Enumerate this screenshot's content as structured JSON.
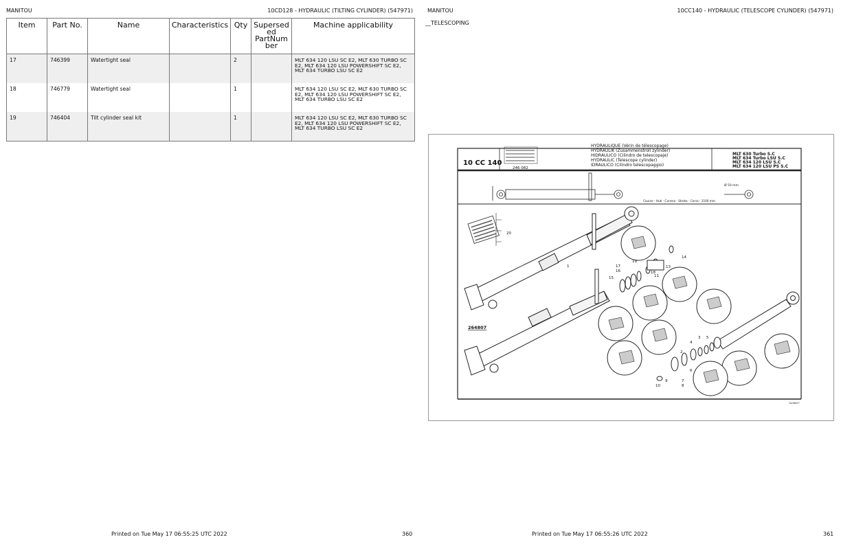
{
  "left_page": {
    "brand": "MANITOU",
    "section": "10CD128 - HYDRAULIC (TILTING CYLINDER) (547971)",
    "columns": [
      "Item",
      "Part No.",
      "Name",
      "Characteristics",
      "Qty",
      "Supersed ed PartNum ber",
      "Machine applicability"
    ],
    "rows": [
      {
        "item": "17",
        "part_no": "746399",
        "name": "Watertight seal",
        "characteristics": "",
        "qty": "2",
        "superseded": "",
        "applicability": "MLT 634 120 LSU SC E2, MLT 630 TURBO SC E2, MLT 634 120 LSU POWERSHIFT SC E2, MLT 634 TURBO LSU SC E2"
      },
      {
        "item": "18",
        "part_no": "746779",
        "name": "Watertight seal",
        "characteristics": "",
        "qty": "1",
        "superseded": "",
        "applicability": "MLT 634 120 LSU SC E2, MLT 630 TURBO SC E2, MLT 634 120 LSU POWERSHIFT SC E2, MLT 634 TURBO LSU SC E2"
      },
      {
        "item": "19",
        "part_no": "746404",
        "name": "Tilt cylinder seal kit",
        "characteristics": "",
        "qty": "1",
        "superseded": "",
        "applicability": "MLT 634 120 LSU SC E2, MLT 630 TURBO SC E2, MLT 634 120 LSU POWERSHIFT SC E2, MLT 634 TURBO LSU SC E2"
      }
    ],
    "footer_printed": "Printed on  Tue May 17 06:55:25 UTC 2022",
    "page_number": "360"
  },
  "right_page": {
    "brand": "MANITOU",
    "section": "10CC140 - HYDRAULIC (TELESCOPE CYLINDER) (547971)",
    "group": "__TELESCOPING",
    "drawing": {
      "code": "10 CC 140",
      "ref_number": "246 082",
      "title_lines": [
        "HYDRAULIQUE (Vérin de télescopage)",
        "HYDRAULIK (Zusammenstroll zylinder)",
        "HIDRAULICO (Cilindro de telescopaje)",
        "HYDRAULIC (Telescope cylinder)",
        "IDRAULICO (Cilindro telescopaggio)"
      ],
      "models": [
        "MLT 630 Turbo S.C",
        "MLT 634 Turbo LSU S.C",
        "MLT 634 120 LSU S.C",
        "MLT 634 120 LSU PS S.C"
      ],
      "bore": "Ø 50 mm",
      "stroke": "Course - Hub - Carrera - Stroke - Corsa : 2100 mm",
      "kit_ref": "264807",
      "callouts": [
        "1",
        "2",
        "3",
        "4",
        "5",
        "6",
        "7",
        "8",
        "9",
        "10",
        "11",
        "13",
        "14",
        "15",
        "16",
        "17",
        "18",
        "19",
        "20"
      ],
      "date": "14/06/07"
    },
    "footer_printed": "Printed on  Tue May 17 06:55:26 UTC 2022",
    "page_number": "361"
  }
}
